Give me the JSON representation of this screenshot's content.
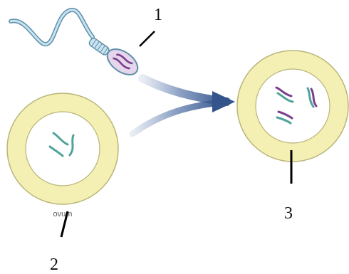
{
  "labels": [
    {
      "id": "1",
      "text": "1"
    },
    {
      "id": "2",
      "text": "2"
    },
    {
      "id": "3",
      "text": "3"
    }
  ],
  "faint_text": "ovum",
  "colors": {
    "zona": "#F4F0B4",
    "zona_stroke": "#B9B57A",
    "cytoplasm": "#FFFFFF",
    "sperm_body": "#C9E4F1",
    "sperm_stroke": "#5E8FA8",
    "sperm_head": "#E6D6EC",
    "chromosome_green": "#4FA39A",
    "chromosome_purple": "#7A3F8E",
    "arrow": "#3F5F95",
    "leader": "#000000"
  }
}
